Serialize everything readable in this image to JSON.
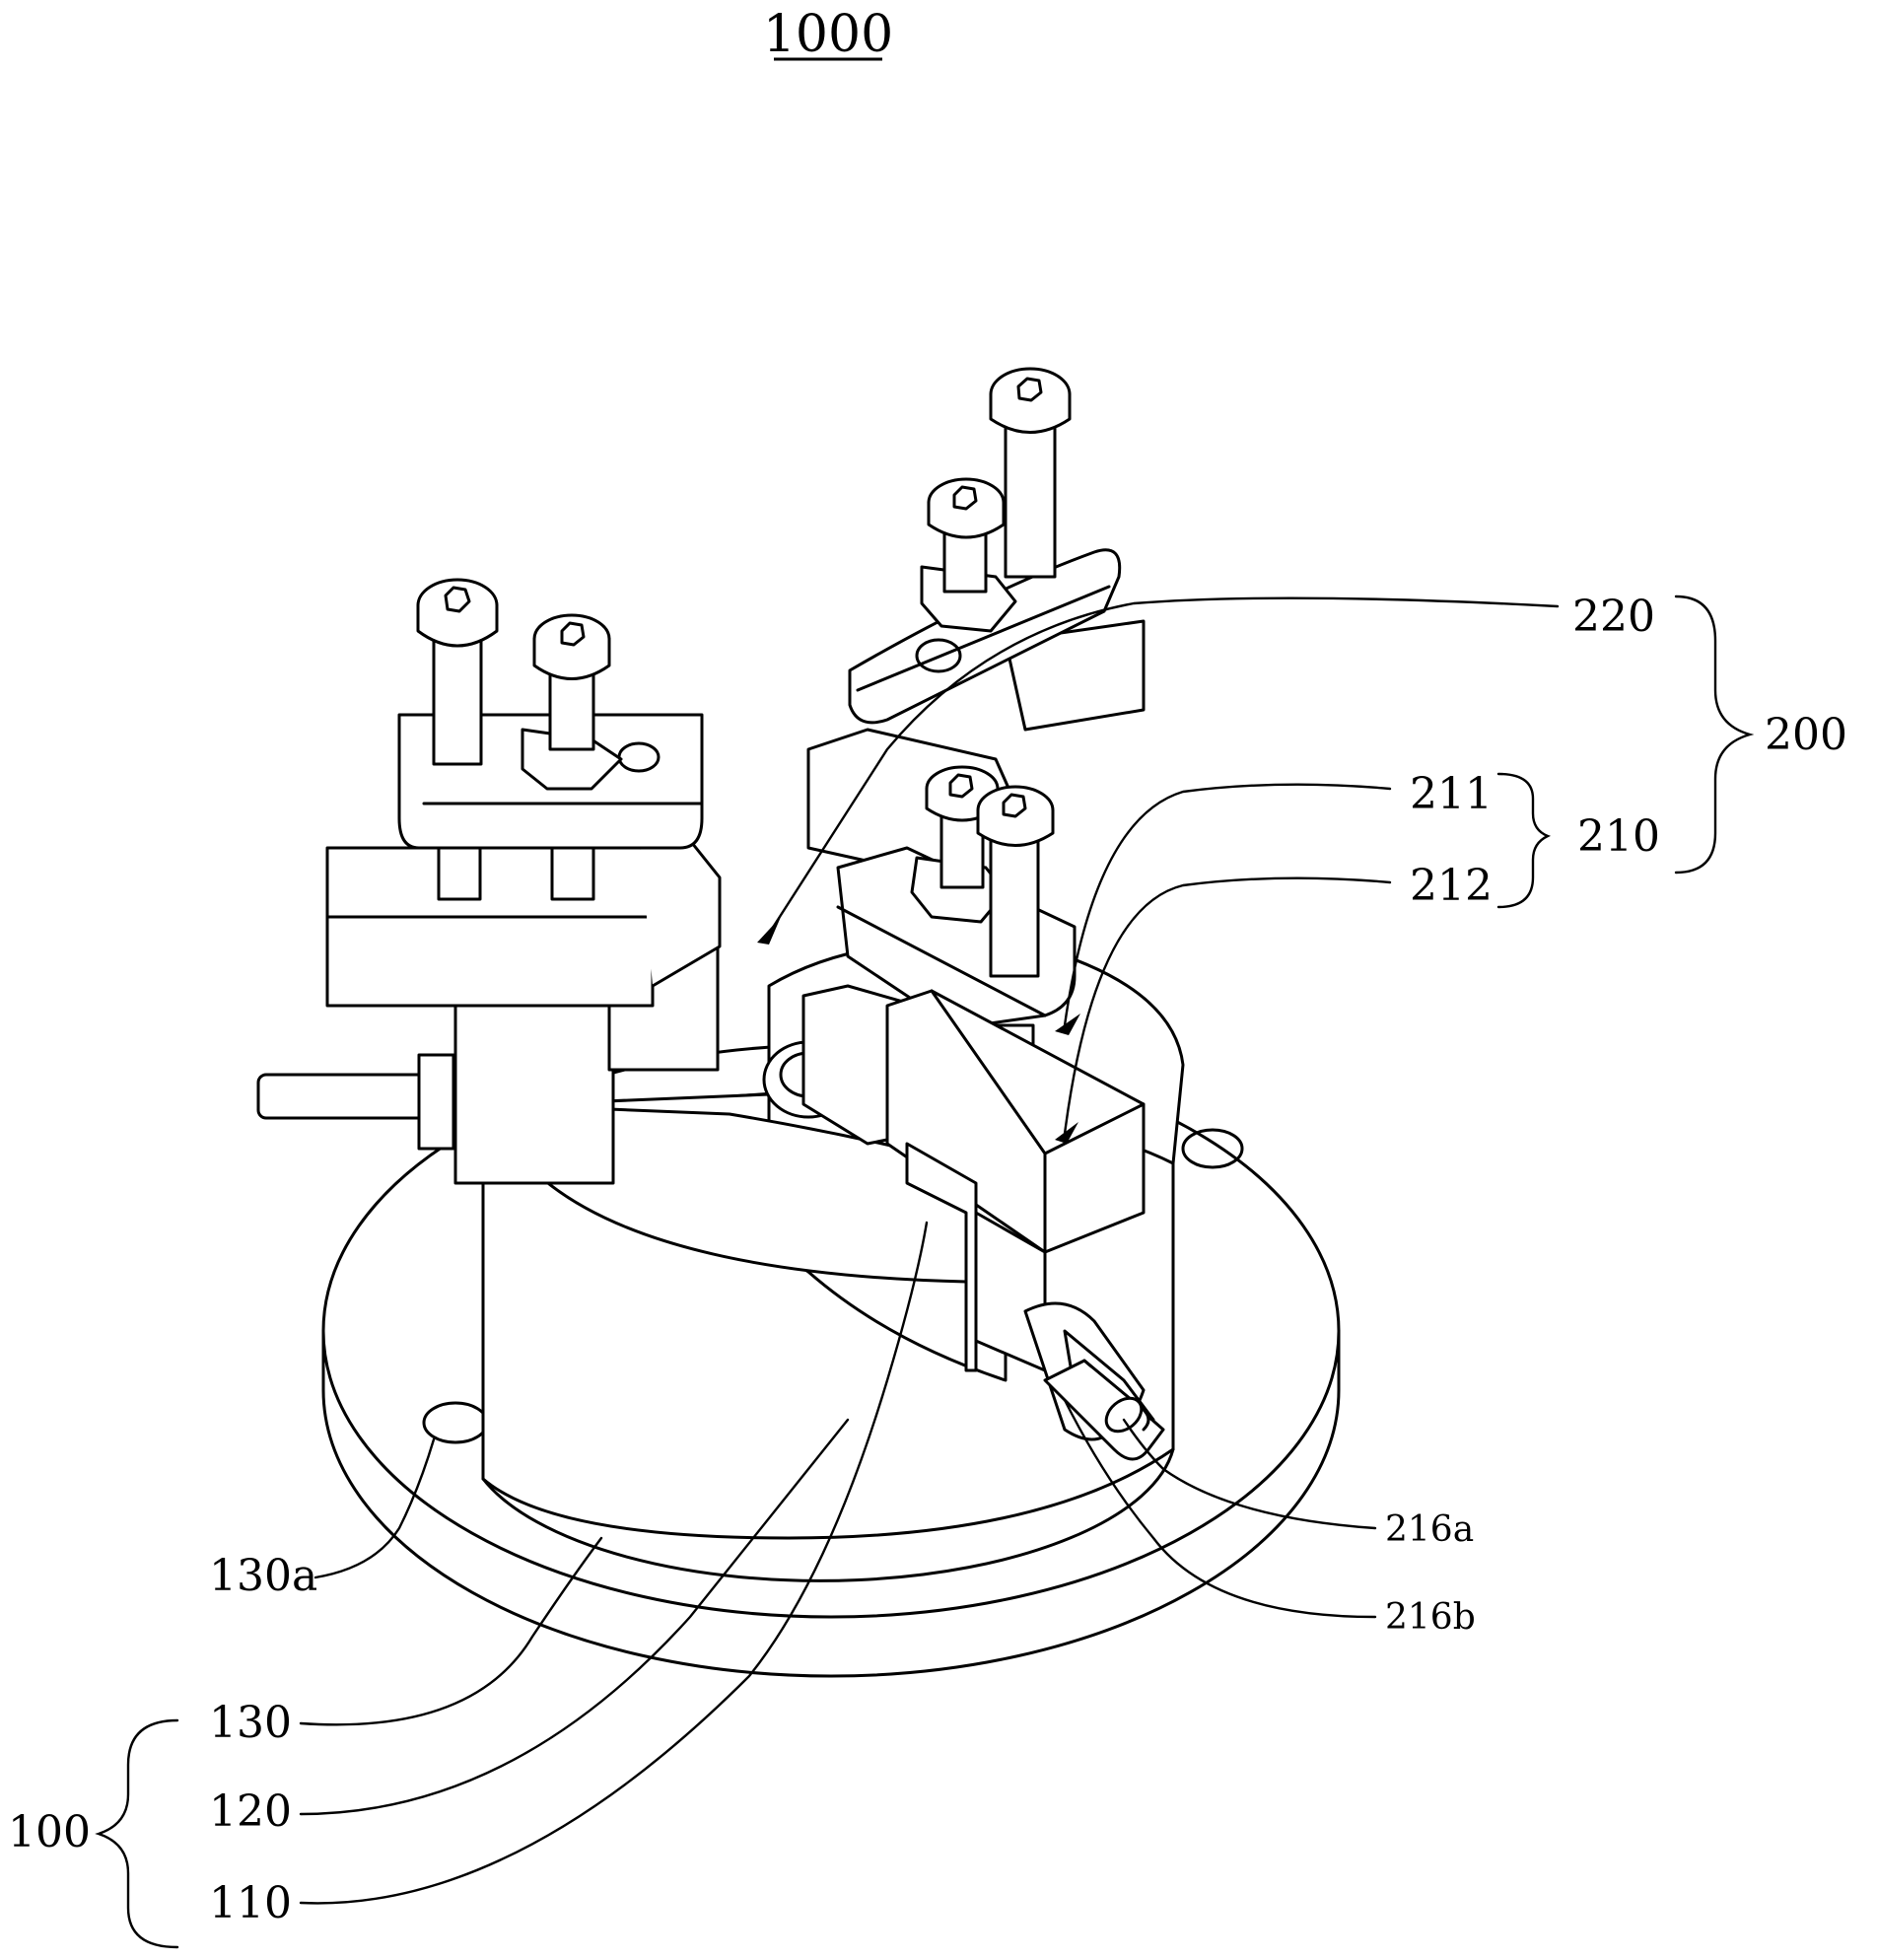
{
  "figure": {
    "title": "1000",
    "labels": {
      "l220": "220",
      "l200": "200",
      "l211": "211",
      "l210": "210",
      "l212": "212",
      "l216a": "216a",
      "l216b": "216b",
      "l130a": "130a",
      "l130": "130",
      "l120": "120",
      "l110": "110",
      "l100": "100"
    }
  }
}
